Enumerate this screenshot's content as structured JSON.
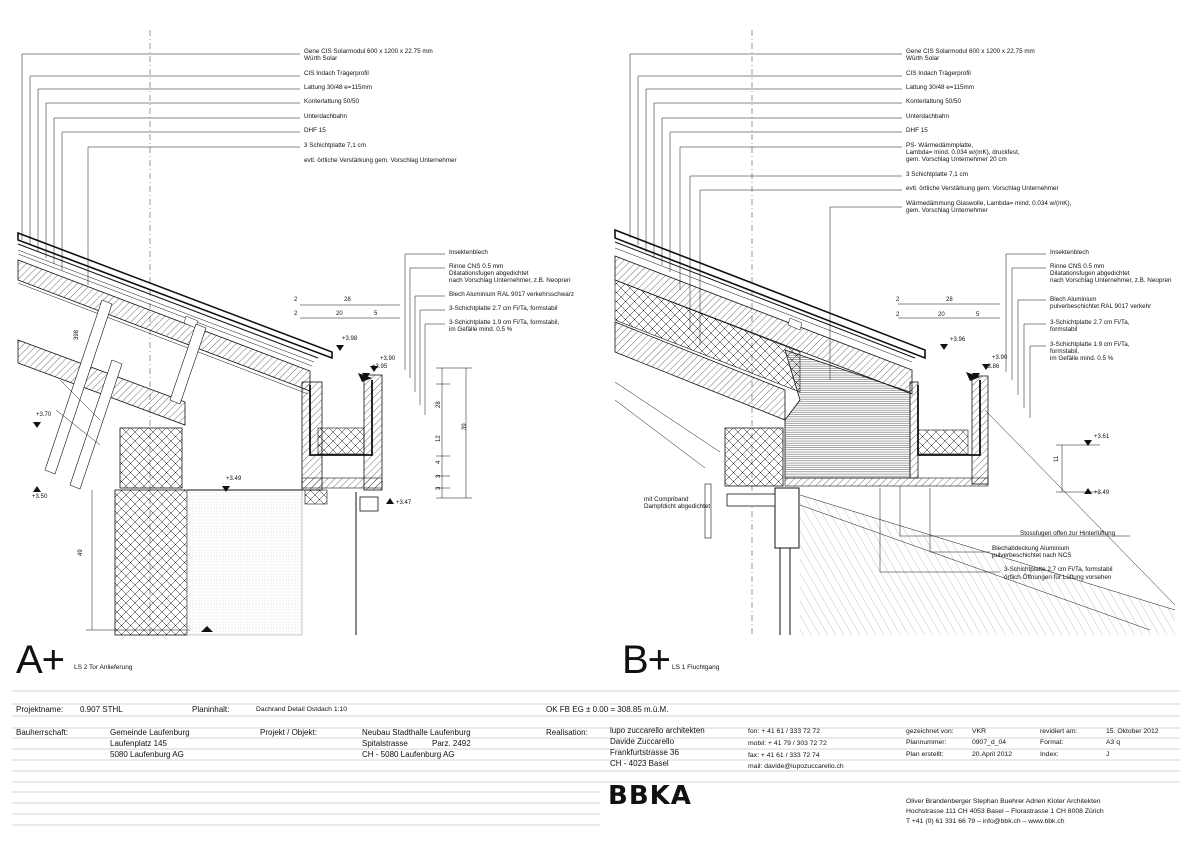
{
  "detail_a": {
    "letter": "A+",
    "subtitle": "LS 2 Tor Anlieferung",
    "layer_labels": [
      "Gene CIS Solarmodul 600 x 1200 x 22.75 mm",
      "Würth Solar",
      "CIS Indach Trägerprofil",
      "Lattung 30/48 e=115mm",
      "Konterlattung 50/50",
      "Unterdachbahn",
      "DHF 15",
      "3 Schichtplatte 7,1 cm",
      "evtl. örtliche Verstärkung gem. Vorschlag Unternehmer"
    ],
    "eave_labels": [
      "Insektenblech",
      "Rinne CNS 0.5 mm",
      "Dilatationsfugen abgedichtet",
      "nach Vorschlag Unternehmer, z.B. Neopren",
      "Blech Aluminium RAL 9017 verkehrsschwarz",
      "3-Schichtplatte 2.7 cm Fi/Ta, formstabil",
      "3-Schichtplatte 1.9 cm Fi/Ta, formstabil,",
      "im Gefälle mind. 0.5 %"
    ],
    "levels": [
      "+3.98",
      "+3.90",
      "+3.95",
      "+3.70",
      "+3.49",
      "+3.50",
      "+3.47"
    ],
    "dims": [
      "28",
      "20",
      "5",
      "2",
      "2",
      "398",
      "28",
      "39",
      "49",
      "12",
      "4",
      "3",
      "3"
    ]
  },
  "detail_b": {
    "letter": "B+",
    "subtitle": "LS 1 Fluchtgang",
    "layer_labels": [
      "Gene CIS Solarmodul 600 x 1200 x 22.75 mm",
      "Würth Solar",
      "CIS Indach Trägerprofil",
      "Lattung 30/48 e=115mm",
      "Konterlattung 50/50",
      "Unterdachbahn",
      "DHF 15",
      "PS- Wärmedämmplatte,",
      "Lambda= mind. 0.034 w/(mK), druckfest,",
      "gem. Vorschlag Unternehmer 20 cm",
      "3 Schichtplatte 7,1 cm",
      "evtl. örtliche Verstärkung gem. Vorschlag Unternehmer",
      "Wärmedämmung Glaswolle, Lambda= mind. 0.034 w/(mK),",
      "gem. Vorschlag Unternehmer"
    ],
    "eave_labels": [
      "Insektenblech",
      "Rinne CNS 0.5 mm",
      "Dilatationsfugen abgedichtet",
      "nach Vorschlag Unternehmer, z.B. Neopren",
      "Blech Aluminium",
      "pulverbeschichtet RAL 9017 verkehr",
      "3-Schichtplatte 2.7 cm Fi/Ta,",
      "formstabil",
      "3-Schichtplatte 1.9 cm Fi/Ta,",
      "formstabil,",
      "im Gefälle mind. 0.5 %"
    ],
    "lower_labels": [
      "Stossfugen offen zur Hinterlüftung",
      "Blechabdeckung Aluminium",
      "pulverbeschichtet nach NCS",
      "3-Schichtplatte 2.7 cm Fi/Ta, formstabil",
      "örtlich Öffnungen für Lüftung vorsehen",
      "mit Compriband",
      "Dampfdicht abgedichtet"
    ],
    "levels": [
      "+3.96",
      "+3.90",
      "+3.86",
      "+3.61",
      "+3.49"
    ],
    "dims": [
      "28",
      "20",
      "5",
      "2",
      "2",
      "11"
    ]
  },
  "title_block": {
    "projektname_label": "Projektname:",
    "projektname": "0.907 STHL",
    "planinhalt_label": "Planinhalt:",
    "planinhalt": "Dachrand Detail Ostdach 1:10",
    "ok_fb": "OK FB EG ± 0.00 = 308.85 m.ü.M.",
    "bauherrschaft_label": "Bauherrschaft:",
    "bauherrschaft": [
      "Gemeinde Laufenburg",
      "Laufenplatz 145",
      "5080 Laufenburg AG"
    ],
    "projekt_label": "Projekt / Objekt:",
    "projekt": [
      "Neubau Stadthalle Laufenburg",
      "Spitalstrasse",
      "Parz. 2492",
      "CH - 5080 Laufenburg AG"
    ],
    "realisation_label": "Realisation:",
    "realisation": [
      "lupo zuccarello architekten",
      "Davide Zuccarello",
      "Frankfurtstrasse 36",
      "CH - 4023 Basel"
    ],
    "contact": [
      "fon: + 41 61 / 333 72 72",
      "mobil: + 41 79 / 303 72 72",
      "fax: + 41 61 / 333 72 74",
      "mail: davide@lupozuccarello.ch"
    ],
    "meta_labels": [
      "gezeichnet von:",
      "Plannummer:",
      "Plan erstellt:"
    ],
    "meta_values": [
      "VKR",
      "0907_d_04",
      "20.April 2012"
    ],
    "meta2_labels": [
      "revidiert am:",
      "Format:",
      "Index:"
    ],
    "meta2_values": [
      "15. Oktober 2012",
      "A3 q",
      "J"
    ],
    "logo": "BBKA",
    "office": [
      "Oliver Brandenberger Stephan Buehrer Adrien Kloter Architekten",
      "Hochstrasse 111 CH 4053 Basel – Florastrasse 1 CH 8008 Zürich",
      "T +41 (0) 61 331 66 79 – info@bbk.ch – www.bbk.ch"
    ]
  }
}
